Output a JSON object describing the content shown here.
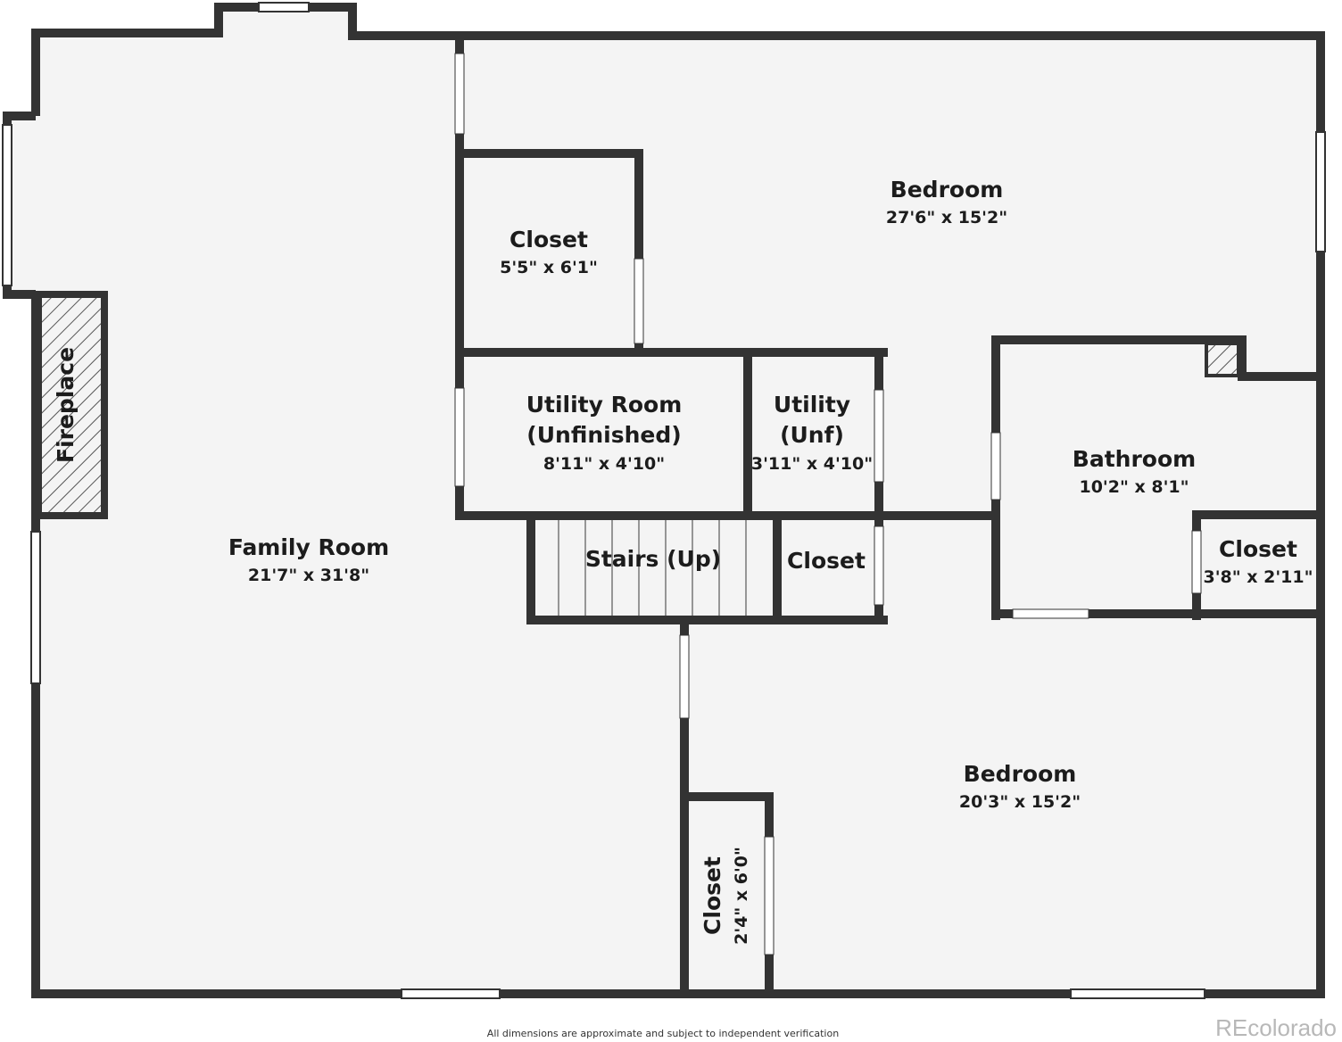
{
  "colors": {
    "wall": "#333333",
    "floor": "#f4f4f4",
    "window": "#ffffff",
    "hatch": "#555555"
  },
  "rooms": {
    "family_room": {
      "name": "Family Room",
      "dims": "21'7\" x 31'8\""
    },
    "bedroom_top": {
      "name": "Bedroom",
      "dims": "27'6\" x 15'2\""
    },
    "closet_top": {
      "name": "Closet",
      "dims": "5'5\" x 6'1\""
    },
    "utility_room": {
      "name_line1": "Utility Room",
      "name_line2": "(Unfinished)",
      "dims": "8'11\" x 4'10\""
    },
    "utility_unf": {
      "name_line1": "Utility",
      "name_line2": "(Unf)",
      "dims": "3'11\" x 4'10\""
    },
    "bathroom": {
      "name": "Bathroom",
      "dims": "10'2\" x 8'1\""
    },
    "closet_bath": {
      "name": "Closet",
      "dims": "3'8\" x 2'11\""
    },
    "stairs": {
      "name": "Stairs (Up)"
    },
    "closet_mid": {
      "name": "Closet"
    },
    "bedroom_bottom": {
      "name": "Bedroom",
      "dims": "20'3\" x 15'2\""
    },
    "closet_bottom": {
      "name": "Closet",
      "dims": "2'4\" x 6'0\""
    }
  },
  "fireplace_label": "Fireplace",
  "footer_note": "All dimensions are approximate and subject to independent verification",
  "brand": "REcolorado"
}
